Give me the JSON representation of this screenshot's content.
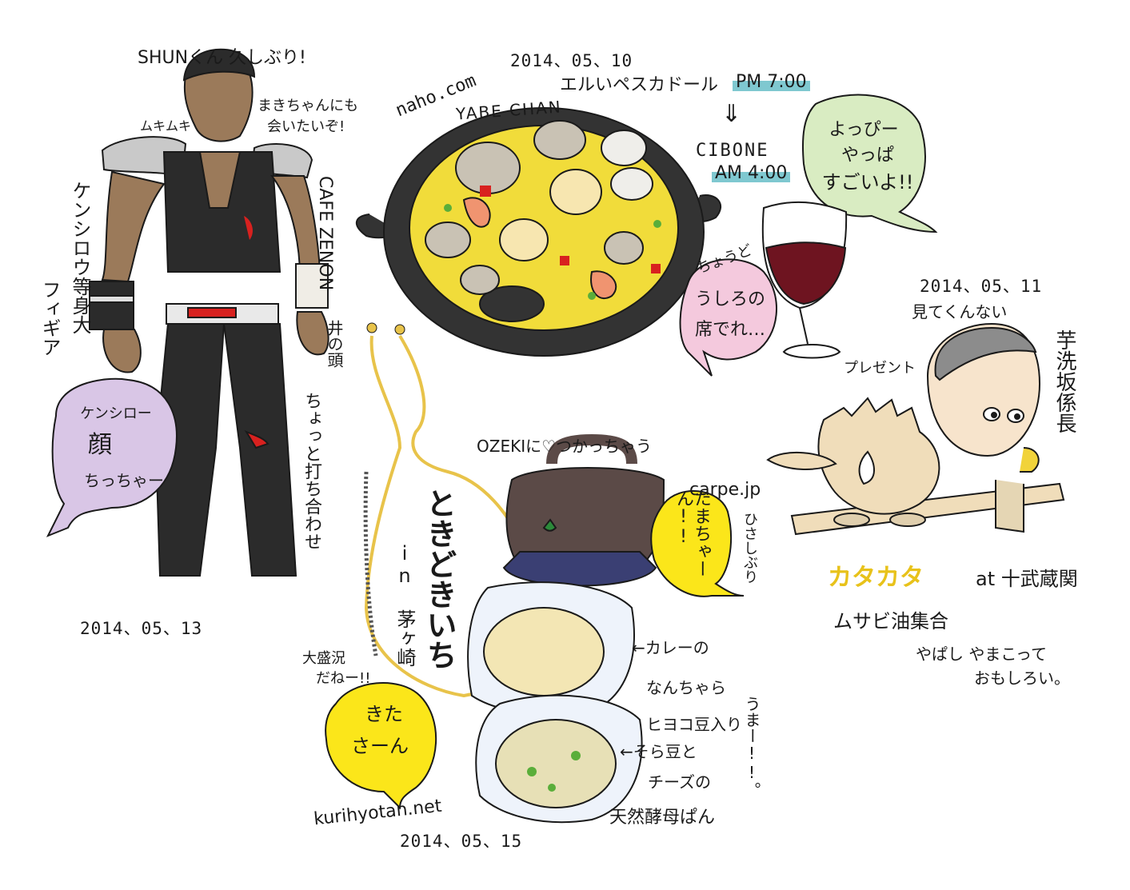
{
  "kenshiro_section": {
    "caption_top": "SHUNくん 久しぶり!",
    "muki": "ムキムキ",
    "maki": "まきちゃんにも",
    "maki2": "会いたいぞ!",
    "figure_label": "ケンシロウ等身大",
    "figure_label2": "フィギア",
    "cafe": "CAFE ZENON",
    "meeting_place": "井の頭",
    "meeting_note": "ちょっと打ち合わせ",
    "bubble_l1": "ケンシロー",
    "bubble_l2": "顔",
    "bubble_l3": "ちっちゃー",
    "date": "2014、05、13"
  },
  "paella_section": {
    "date": "2014、05、10",
    "website": "naho.com",
    "person": "YABE CHAN",
    "restaurant": "エルいペスカドール",
    "time1": "PM 7:00",
    "next_place": "CIBONE",
    "time2": "AM 4:00",
    "bubble_l1": "よっぴー",
    "bubble_l2": "やっぱ",
    "bubble_l3": "すごいよ!!",
    "chodo": "ちょうど",
    "bubble2_l1": "うしろの",
    "bubble2_l2": "席でれ…"
  },
  "musashi_section": {
    "date": "2014、05、11",
    "mitekurenai": "見てくんない",
    "present": "プレゼント",
    "person": "芋洗坂係長",
    "pakupaku": "カタカタ",
    "at": "at 十武蔵関",
    "event": "ムサビ油集合",
    "comment1": "やぱし やまこって",
    "comment2": "おもしろい。"
  },
  "bread_section": {
    "ozeki": "OZEKIに♡つかっちゃう",
    "carpe": "carpe.jp",
    "hisashiburi": "ひさしぶり",
    "tama_bubble": "たまちゃーん!!",
    "tokidoki": "ときどきいち",
    "chigasaki": "in 茅ヶ崎",
    "omori1": "大盛況",
    "omori2": "だねー!!",
    "kita_bubble_l1": "きた",
    "kita_bubble_l2": "さーん",
    "curry1": "←カレーの",
    "curry2": "なんちゃら",
    "curry3": "ヒヨコ豆入り",
    "umai": "うまー!!。",
    "sora1": "←そら豆と",
    "sora2": "チーズの",
    "sora3": "天然酵母ぱん",
    "kurihyotan": "kurihyotan.net",
    "date": "2014、05、15"
  },
  "colors": {
    "date_highlight": "#21a3e0",
    "bubble_purple": "#d9c6e6",
    "bubble_green": "#d9ecc2",
    "bubble_pink": "#f4c9dd",
    "bubble_yellow": "#fbe61a",
    "wine": "#6e1420",
    "paella_rice": "#f1dc3a",
    "pan_dark": "#333333",
    "costume_black": "#2b2b2b",
    "skin": "#9b7a5a",
    "pot_brown": "#5b4a47",
    "pot_base": "#3a3f73"
  }
}
